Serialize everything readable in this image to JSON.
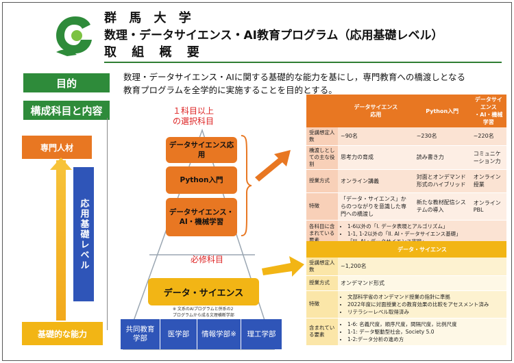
{
  "header": {
    "line1": "群 馬 大 学",
    "line2": "数理・データサイエンス・AI教育プログラム（応用基礎レベル）",
    "line3": "取 組 概 要"
  },
  "purpose": {
    "label": "目的",
    "text1": "数理・データサイエンス・AIに関する基礎的な能力を基にし，専門教育への橋渡しとなる",
    "text2": "教育プログラムを全学的に実施することを目的とする。"
  },
  "structure": {
    "label": "構成科目と内容",
    "senmon": "専門人材",
    "kiso": "基礎的な能力",
    "level": "応用基礎レベル",
    "select_note1": "１科目以上",
    "select_note2": "の選択科目",
    "required_note": "必修科目",
    "courses": [
      "データサイエンス応用",
      "Python入門",
      "データサイエンス・",
      "AI・機械学習"
    ],
    "required_course": "データ・サイエンス",
    "required_note_small1": "※ 文系のAIプログラムと併系の2",
    "required_note_small2": "プログラムから成る文理横断学部",
    "faculties": [
      "共同教育",
      "学部",
      "医学部",
      "情報学部※",
      "理工学部"
    ]
  },
  "top_table": {
    "headers": [
      "データサイエンス",
      "応用",
      "Python入門",
      "データサイエンス",
      "・AI・機械学習"
    ],
    "rows": [
      {
        "h": "受講想定人数",
        "c1": "~90名",
        "c2": "~230名",
        "c3": "~220名"
      },
      {
        "h": "橋渡しとしての主な役割",
        "c1": "思考力の育成",
        "c2": "読み書き力",
        "c3": "コミュニケーション力"
      },
      {
        "h": "授業方式",
        "c1": "オンライン講義",
        "c2": "対面とオンデマンド形式のハイブリッド",
        "c3": "オンライン授業"
      },
      {
        "h": "特徴",
        "c1": "「データ・サイエンス」からのつながりを意識した専門への橋渡し",
        "c2": "新たな教材配信システムの導入",
        "c3": "オンラインPBL"
      }
    ],
    "elements_header": "各科目に含まれている要素",
    "elements": [
      "1-6以外の「I. データ表現とアルゴリズム」",
      "1-1, 1-2以外の「II. AI・データサイエンス基礎」",
      "「III. AI・データサイエンス実践」"
    ]
  },
  "bottom_table": {
    "header": "データ・サイエンス",
    "rows": [
      {
        "h": "受講想定人数",
        "v": "~1,200名"
      },
      {
        "h": "授業方式",
        "v": "オンデマンド形式"
      }
    ],
    "feature_header": "特徴",
    "features": [
      "文部科学省のオンデマンド授業の指針に準拠",
      "2022年度に対面授業との教育効果の比較をアセスメント済み",
      "リテラシーレベル取得済み"
    ],
    "elements_header": "含まれている要素",
    "elements": [
      "1-6: 名義尺度，順序尺度，間隔尺度，比例尺度",
      "1-1: データ駆動型社会，Society 5.0",
      "1-2:データ分析の進め方"
    ]
  },
  "colors": {
    "green": "#2e8b3a",
    "orange": "#e87722",
    "yellow": "#f2b515",
    "blue": "#2f55b8"
  }
}
